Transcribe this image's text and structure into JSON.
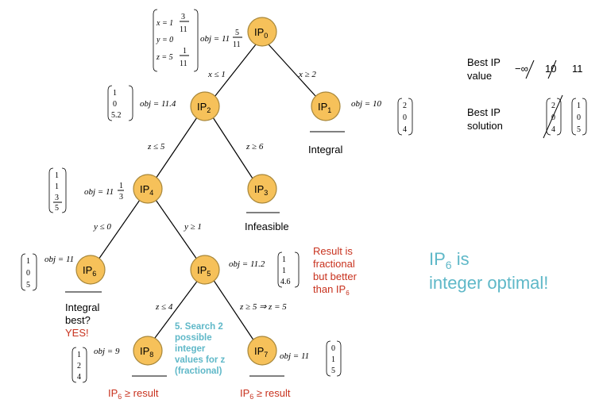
{
  "nodes": {
    "ip0": {
      "base": "IP",
      "sub": "0"
    },
    "ip1": {
      "base": "IP",
      "sub": "1"
    },
    "ip2": {
      "base": "IP",
      "sub": "2"
    },
    "ip3": {
      "base": "IP",
      "sub": "3"
    },
    "ip4": {
      "base": "IP",
      "sub": "4"
    },
    "ip5": {
      "base": "IP",
      "sub": "5"
    },
    "ip6": {
      "base": "IP",
      "sub": "6"
    },
    "ip7": {
      "base": "IP",
      "sub": "7"
    },
    "ip8": {
      "base": "IP",
      "sub": "8"
    }
  },
  "branches": {
    "x_le_1": "x ≤ 1",
    "x_ge_2": "x ≥ 2",
    "z_le_5": "z ≤ 5",
    "z_ge_6": "z ≥ 6",
    "y_le_0": "y ≤ 0",
    "y_ge_1": "y ≥ 1",
    "z_le_4": "z ≤ 4",
    "z_ge_5": "z ≥ 5 ⇒ z = 5"
  },
  "objectives": {
    "ip0": {
      "prefix": "obj = 11",
      "num": "5",
      "den": "11"
    },
    "ip1": "obj = 10",
    "ip2": "obj = 11.4",
    "ip4": {
      "prefix": "obj = 11",
      "num": "1",
      "den": "3"
    },
    "ip5": "obj = 11.2",
    "ip6": "obj = 11",
    "ip7": "obj = 11",
    "ip8": "obj = 9"
  },
  "ip0_solution": {
    "x": {
      "lhs": "x = 1",
      "num": "3",
      "den": "11"
    },
    "y": {
      "lhs": "y = 0"
    },
    "z": {
      "lhs": "z = 5",
      "num": "1",
      "den": "11"
    }
  },
  "vectors": {
    "ip1": [
      "2",
      "0",
      "4"
    ],
    "ip2": [
      "1",
      "0",
      "5.2"
    ],
    "ip4": [
      "1",
      "1",
      "3",
      "5"
    ],
    "ip5": [
      "1",
      "1",
      "4.6"
    ],
    "ip6": [
      "1",
      "0",
      "5"
    ],
    "ip7": [
      "0",
      "1",
      "5"
    ],
    "ip8": [
      "1",
      "2",
      "4"
    ],
    "best_old": [
      "2",
      "0",
      "4"
    ],
    "best_new": [
      "1",
      "0",
      "5"
    ]
  },
  "status": {
    "integral": "Integral",
    "infeasible": "Infeasible",
    "ip6_integral": "Integral",
    "ip6_best": "best?",
    "ip6_yes": "YES!",
    "ip5_note": [
      "Result is",
      "fractional",
      "but better",
      "than IP"
    ],
    "ip5_note_sub": "6",
    "ip8_result": "IP",
    "ip8_result_sub": "6",
    "ip8_result_rest": " ≥ result",
    "ip7_result": "IP",
    "ip7_result_sub": "6",
    "ip7_result_rest": " ≥ result"
  },
  "search_note": [
    "5. Search 2",
    "possible",
    "integer",
    "values for z",
    "(fractional)"
  ],
  "best_ip": {
    "value_label": [
      "Best IP",
      "value"
    ],
    "value_history": [
      "−∞",
      "10",
      "11"
    ],
    "solution_label": [
      "Best IP",
      "solution"
    ]
  },
  "conclusion": {
    "line1_base": "IP",
    "line1_sub": "6",
    "line1_rest": " is",
    "line2": "integer optimal!"
  }
}
